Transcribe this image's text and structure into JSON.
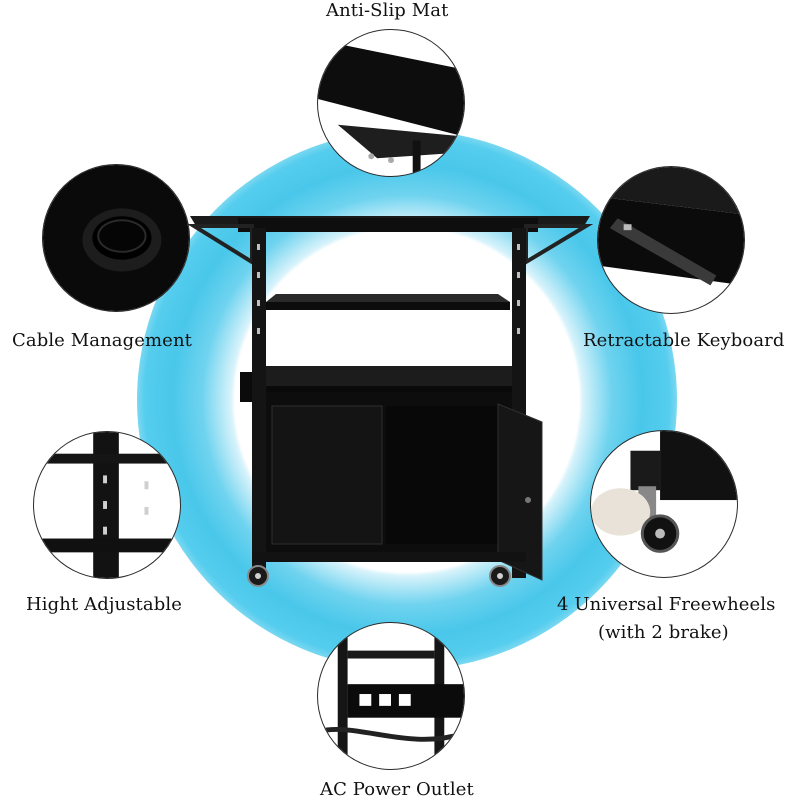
{
  "labels": {
    "top": "Anti-Slip Mat",
    "left_top": "Cable Management",
    "right_top": "Retractable Keyboard",
    "left_bottom": "Hight Adjustable",
    "right_bottom_1": "4 Universal Freewheels",
    "right_bottom_2": "(with 2 brake)",
    "bottom": "AC Power Outlet"
  },
  "colors": {
    "ring": "#49c7ea",
    "metal": "#111111",
    "outline": "#2b2b2b"
  }
}
